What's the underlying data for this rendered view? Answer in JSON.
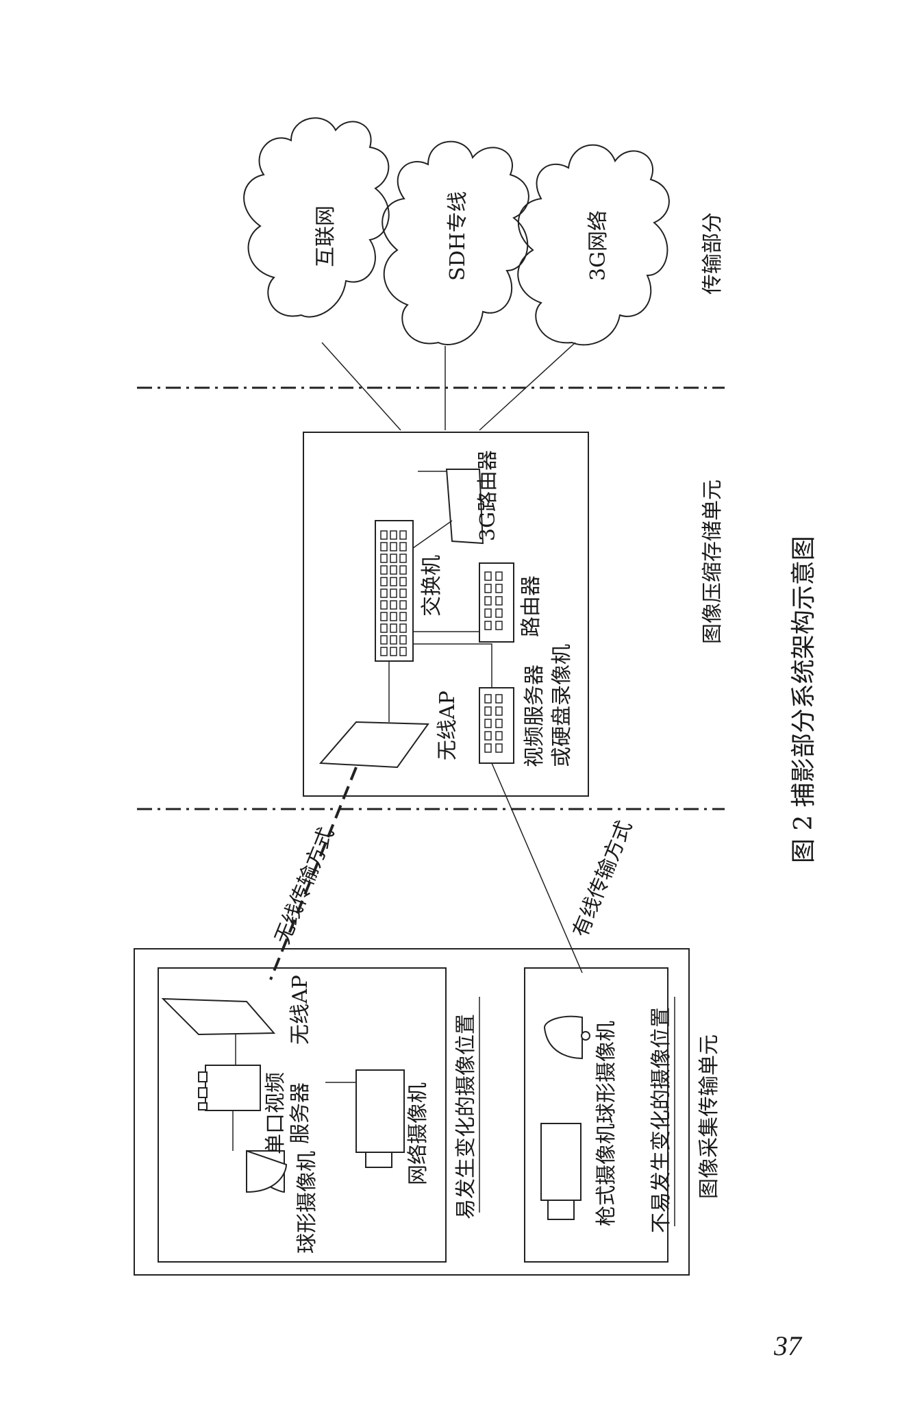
{
  "figure": {
    "caption": "图 2 捕影部分系统架构示意图",
    "page_number": "37"
  },
  "zones": {
    "transmission": "传输部分",
    "compression": "图像压缩存储单元",
    "acquisition": "图像采集传输单元"
  },
  "networks": [
    "互联网",
    "SDH专线",
    "3G网络"
  ],
  "compression_unit": {
    "wireless_ap": "无线AP",
    "switch": "交换机",
    "router_3g": "3G路由器",
    "router": "路由器",
    "video_server_line1": "视频服务器",
    "video_server_line2": "或硬盘录像机"
  },
  "links": {
    "wireless": "无线传输方式",
    "wired": "有线传输方式"
  },
  "acquisition_unit": {
    "changing_box": {
      "label": "易发生变化的摄像位置",
      "wireless_ap": "无线AP",
      "single_port_server_line1": "单口视频",
      "single_port_server_line2": "服务器",
      "dome_camera": "球形摄像机",
      "network_camera": "网络摄像机"
    },
    "stable_box": {
      "label": "不易发生变化的摄像位置",
      "bullet_camera": "枪式摄像机",
      "dome_camera": "球形摄像机"
    }
  }
}
